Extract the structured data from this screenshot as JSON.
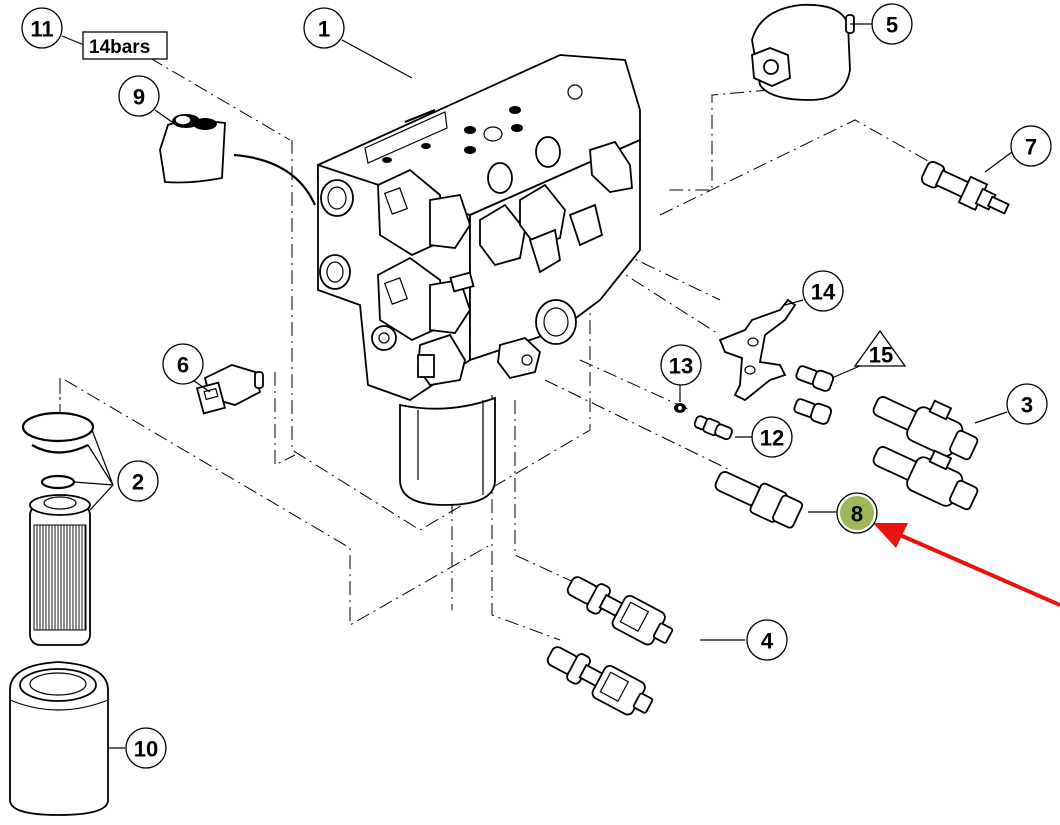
{
  "diagram": {
    "type": "exploded-parts-diagram",
    "subject": "Hydraulic valve block assembly with filter",
    "highlight_color": "#9cb85a",
    "arrow_color": "#e8130f",
    "callouts": [
      {
        "id": "1",
        "label": "1"
      },
      {
        "id": "2",
        "label": "2"
      },
      {
        "id": "3",
        "label": "3"
      },
      {
        "id": "4",
        "label": "4"
      },
      {
        "id": "5",
        "label": "5"
      },
      {
        "id": "6",
        "label": "6"
      },
      {
        "id": "7",
        "label": "7"
      },
      {
        "id": "8",
        "label": "8",
        "highlighted": true
      },
      {
        "id": "9",
        "label": "9"
      },
      {
        "id": "10",
        "label": "10"
      },
      {
        "id": "11",
        "label": "11"
      },
      {
        "id": "12",
        "label": "12"
      },
      {
        "id": "13",
        "label": "13"
      },
      {
        "id": "14",
        "label": "14"
      },
      {
        "id": "15",
        "label": "15",
        "shape": "triangle"
      }
    ],
    "note_box": {
      "text": "14bars"
    }
  }
}
